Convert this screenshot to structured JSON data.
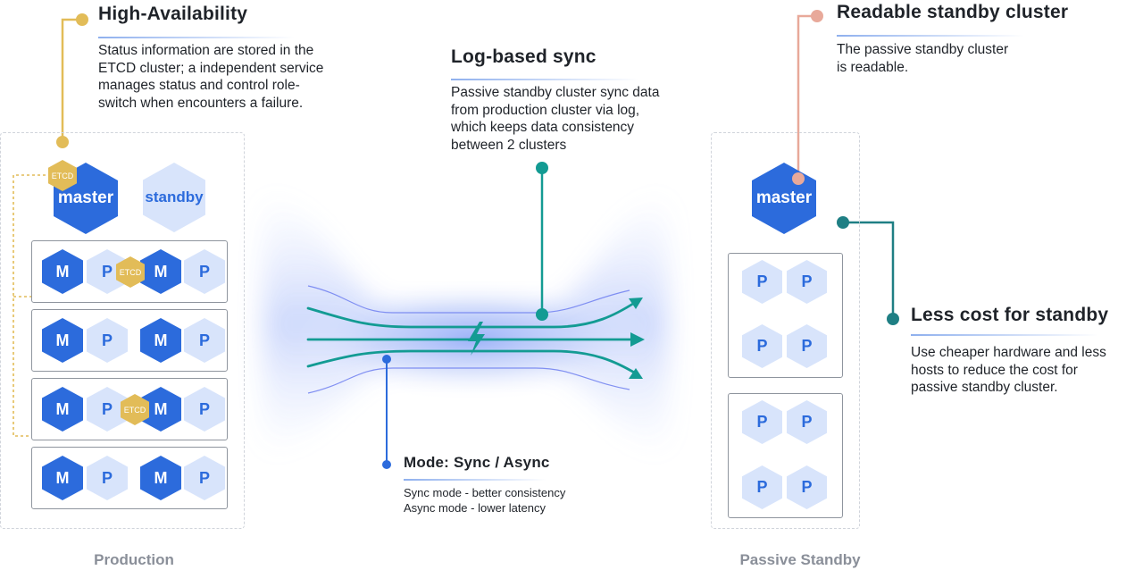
{
  "high_availability": {
    "title": "High-Availability",
    "lines": [
      "Status information are stored in the",
      "ETCD cluster; a independent service",
      "manages status and control role-",
      "switch when encounters a failure."
    ]
  },
  "log_sync": {
    "title": "Log-based sync",
    "lines": [
      "Passive standby cluster sync data",
      "from production cluster via log,",
      "which keeps data consistency",
      "between 2 clusters"
    ]
  },
  "readable_standby": {
    "title": "Readable standby cluster",
    "lines": [
      "The passive standby cluster",
      "is readable."
    ]
  },
  "less_cost": {
    "title": "Less cost for standby",
    "lines": [
      "Use cheaper hardware and less",
      "hosts to reduce the cost for",
      "passive standby cluster."
    ]
  },
  "mode": {
    "title": "Mode: Sync / Async",
    "lines": [
      "Sync mode - better consistency",
      "Async mode - lower latency"
    ]
  },
  "production": {
    "label": "Production",
    "master": "master",
    "standby": "standby",
    "etcd": "ETCD",
    "m": "M",
    "p": "P"
  },
  "passive": {
    "label": "Passive Standby",
    "master": "master",
    "p": "P"
  },
  "colors": {
    "gold": "#e2bc58",
    "teal": "#139b93",
    "pink": "#e8a99a",
    "blue": "#2c6bdc",
    "light_blue": "#d8e4fb"
  }
}
